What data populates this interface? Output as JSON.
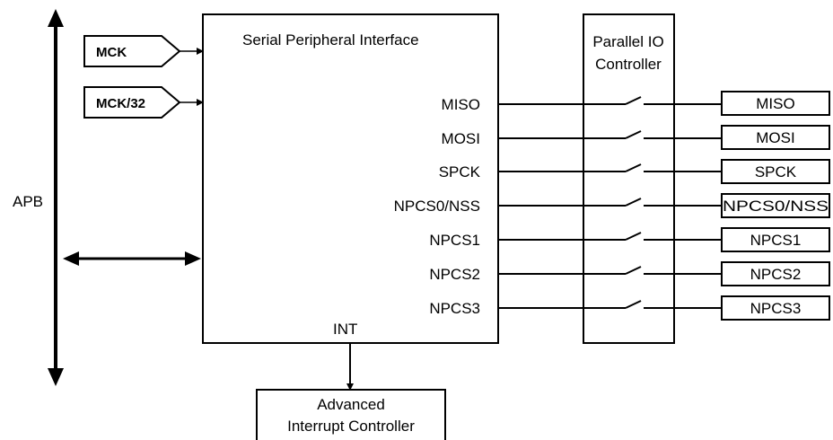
{
  "bus": {
    "label": "APB"
  },
  "clocks": [
    {
      "label": "MCK"
    },
    {
      "label": "MCK/32"
    }
  ],
  "spi": {
    "title": "Serial Peripheral Interface",
    "int_label": "INT",
    "signals": [
      "MISO",
      "MOSI",
      "SPCK",
      "NPCS0/NSS",
      "NPCS1",
      "NPCS2",
      "NPCS3"
    ]
  },
  "pio": {
    "title_line1": "Parallel IO",
    "title_line2": "Controller"
  },
  "pins": [
    "MISO",
    "MOSI",
    "SPCK",
    "NPCS0/NSS",
    "NPCS1",
    "NPCS2",
    "NPCS3"
  ],
  "aic": {
    "title_line1": "Advanced",
    "title_line2": "Interrupt Controller"
  }
}
